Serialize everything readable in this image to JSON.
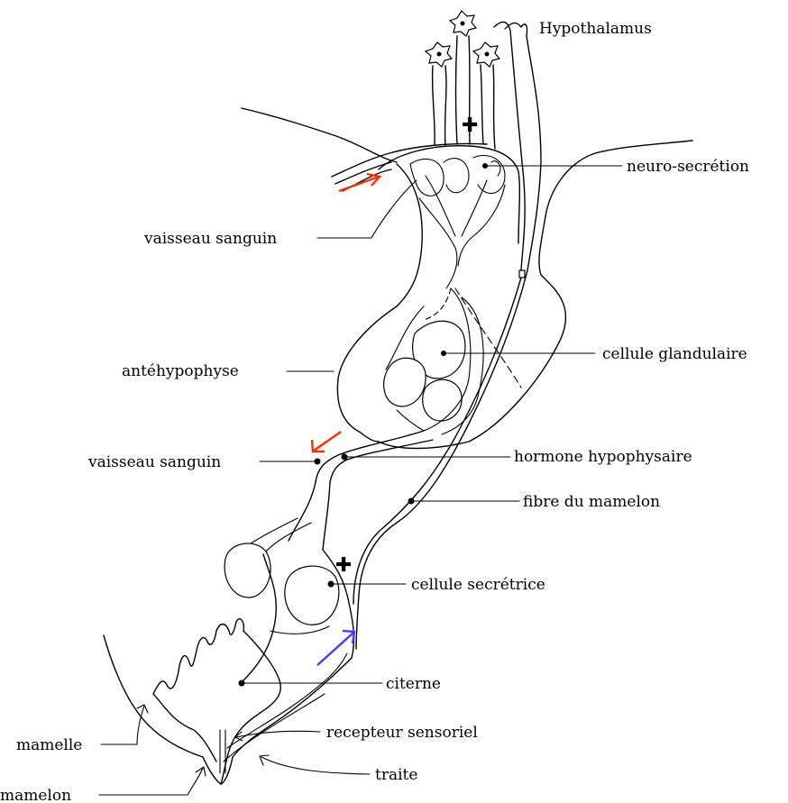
{
  "labels": {
    "hypothalamus": "Hypothalamus",
    "neuro_secretion": "neuro-secrétion",
    "vaisseau_sanguin_top": "vaisseau sanguin",
    "antehypophyse": "antéhypophyse",
    "cellule_glandulaire": "cellule glandulaire",
    "vaisseau_sanguin_mid": "vaisseau sanguin",
    "hormone_hypophysaire": "hormone hypophysaire",
    "fibre_du_mamelon": "fibre du mamelon",
    "cellule_secretrice": "cellule secrétrice",
    "citerne": "citerne",
    "mamelle": "mamelle",
    "recepteur_sensoriel": "recepteur sensoriel",
    "traite": "traite",
    "mamelon": "mamelon"
  },
  "symbols": {
    "plus_top": "✚",
    "plus_bottom": "✚"
  },
  "colors": {
    "arrow_red": "#ff3000",
    "arrow_blue": "#5533ff",
    "line": "#000000"
  },
  "icons": [
    "neuron-icon",
    "plus-icon",
    "arrow-icon"
  ]
}
